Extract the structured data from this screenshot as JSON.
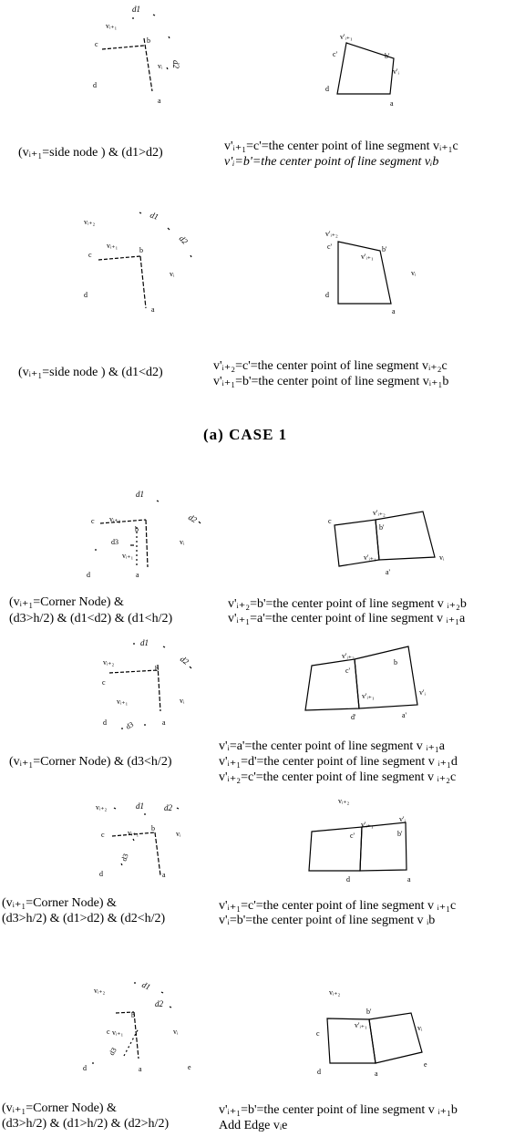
{
  "panels": [
    {
      "id": "p1",
      "left_labels": {
        "vi1": "vᵢ₊₁",
        "d1": "d1",
        "d2": "d2",
        "c": "c",
        "b": "b",
        "vi": "vᵢ",
        "d": "d",
        "a": "a"
      },
      "right_labels": {
        "vpi1": "v'ᵢ₊₁",
        "c": "c'",
        "b": "b'",
        "vp": "v'ᵢ",
        "d": "d",
        "a": "a"
      },
      "cond": "(vᵢ₊₁=side node ) & (d1>d2)",
      "rule1": "v'ᵢ₊₁=c'=the center point of line segment vᵢ₊₁c",
      "rule2": "v'ᵢ=b'=the center point of line segment vᵢb"
    },
    {
      "id": "p2",
      "left_labels": {
        "vi2": "vᵢ₊₂",
        "vi1": "vᵢ₊₁",
        "d1": "d1",
        "d2": "d2",
        "c": "c",
        "b": "b",
        "vi": "vᵢ",
        "d": "d",
        "a": "a"
      },
      "right_labels": {
        "vpi2": "v'ᵢ₊₂",
        "c": "c'",
        "b": "b'",
        "vpi1": "v'ᵢ₊₁",
        "vi": "vᵢ",
        "d": "d",
        "a": "a"
      },
      "cond": "(vᵢ₊₁=side node ) & (d1<d2)",
      "rule1": "v'ᵢ₊₂=c'=the center point of line segment vᵢ₊₂c",
      "rule2": "v'ᵢ₊₁=b'=the center point of line segment vᵢ₊₁b"
    },
    {
      "id": "p3",
      "left_labels": {
        "d1": "d1",
        "d2": "d2",
        "c": "c",
        "vi2": "vᵢ₊₂",
        "b": "b",
        "d3": "d3",
        "vi1": "vᵢ₊₁",
        "vi": "vᵢ",
        "d": "d",
        "a": "a"
      },
      "right_labels": {
        "c": "c",
        "vpi2": "v'ᵢ₊₂",
        "b": "b'",
        "vpi1": "v'ᵢ₊₁",
        "vi": "vᵢ",
        "a": "a'"
      },
      "cond1": "(vᵢ₊₁=Corner Node) &",
      "cond2": "(d3>h/2) & (d1<d2) & (d1<h/2)",
      "rule1": "v'ᵢ₊₂=b'=the center point of line segment v ᵢ₊₂b",
      "rule2": "v'ᵢ₊₁=a'=the center point of line segment v ᵢ₊₁a"
    },
    {
      "id": "p4",
      "left_labels": {
        "d1": "d1",
        "d2": "d2",
        "vi2": "vᵢ₊₂",
        "c": "c",
        "b": "b",
        "vi1": "vᵢ₊₁",
        "vi": "vᵢ",
        "d": "d",
        "d3": "d3",
        "a": "a"
      },
      "right_labels": {
        "vpi2": "v'ᵢ₊₂",
        "c": "c'",
        "b": "b",
        "vpi": "v'ᵢ",
        "vpi1": "v'ᵢ₊₁",
        "d": "d'",
        "a": "a'"
      },
      "cond": "(vᵢ₊₁=Corner Node) & (d3<h/2)",
      "rule1": "v'ᵢ=a'=the center point of line segment v ᵢ₊₁a",
      "rule2": "v'ᵢ₊₁=d'=the center point of line segment v ᵢ₊₁d",
      "rule3": "v'ᵢ₊₂=c'=the center point of line segment v ᵢ₊₂c"
    },
    {
      "id": "p5",
      "left_labels": {
        "vi2": "vᵢ₊₂",
        "d1": "d1",
        "d2": "d2",
        "c": "c",
        "vi1": "vᵢ₊₁",
        "b": "b",
        "vi": "vᵢ",
        "d3": "d3",
        "d": "d",
        "a": "a"
      },
      "right_labels": {
        "vi2": "vᵢ₊₂",
        "vpi1": "v'ᵢ₊₁",
        "vp": "v'ᵢ",
        "c": "c'",
        "b": "b'",
        "d": "d",
        "a": "a"
      },
      "cond1": "(vᵢ₊₁=Corner Node) &",
      "cond2": "(d3>h/2) & (d1>d2) & (d2<h/2)",
      "rule1": "v'ᵢ₊₁=c'=the center point of line segment v ᵢ₊₁c",
      "rule2": "v'ᵢ=b'=the center point of line segment v ᵢb"
    },
    {
      "id": "p6",
      "left_labels": {
        "vi2": "vᵢ₊₂",
        "d1": "d1",
        "d2": "d2",
        "c": "c",
        "vi1": "vᵢ₊₁",
        "b": "b",
        "vi": "vᵢ",
        "d3": "d3",
        "d": "d",
        "a": "a",
        "e": "e"
      },
      "right_labels": {
        "vi2": "vᵢ₊₂",
        "b": "b'",
        "vpi1": "v'ᵢ₊₁",
        "vi": "vᵢ",
        "c": "c",
        "d": "d",
        "a": "a",
        "e": "e"
      },
      "cond1": "(vᵢ₊₁=Corner Node) &",
      "cond2": "(d3>h/2) & (d1>h/2) & (d2>h/2)",
      "rule1": "v'ᵢ₊₁=b'=the center point of line segment v ᵢ₊₁b",
      "rule2": "Add Edge vᵢe"
    }
  ],
  "case_title": "(a)  CASE  1"
}
